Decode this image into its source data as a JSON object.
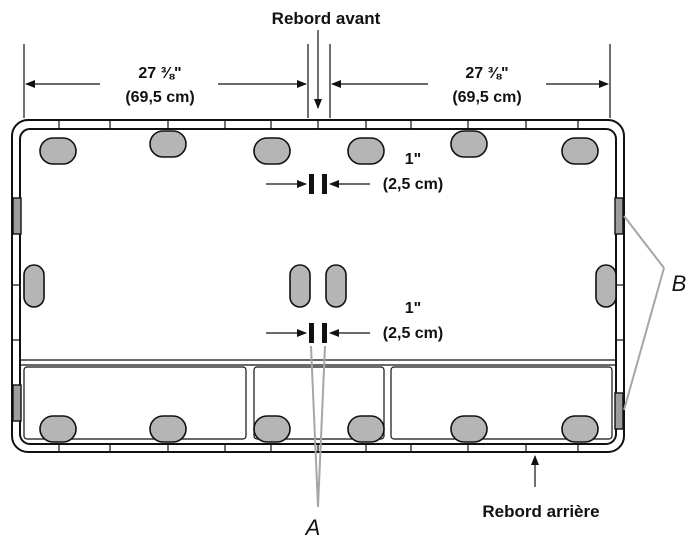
{
  "labels": {
    "front_edge": "Rebord avant",
    "rear_edge": "Rebord arrière",
    "left_width_in": "27 ⅜\"",
    "left_width_cm": "(69,5 cm)",
    "right_width_in": "27 ⅜\"",
    "right_width_cm": "(69,5 cm)",
    "gap_top_in": "1\"",
    "gap_top_cm": "(2,5 cm)",
    "gap_bottom_in": "1\"",
    "gap_bottom_cm": "(2,5 cm)",
    "callout_a": "A",
    "callout_b": "B"
  },
  "colors": {
    "line": "#111111",
    "foot_fill": "#b5b5b5",
    "tab_fill": "#9d9d9d",
    "leader_grey": "#a6a6a6"
  }
}
